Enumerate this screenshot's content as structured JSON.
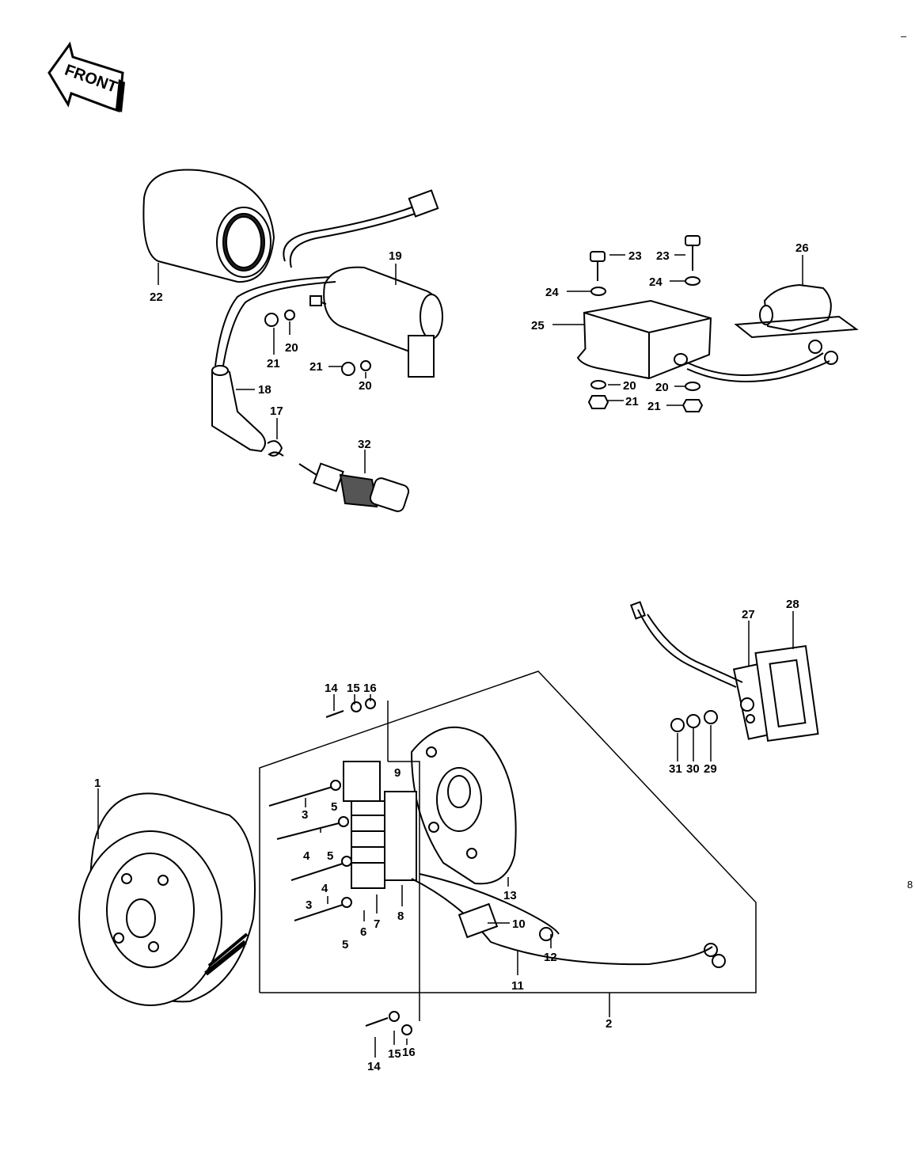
{
  "front_arrow": {
    "label": "FRONT"
  },
  "corner_mark_top": "–",
  "corner_mark_bottom": "8",
  "part_labels": {
    "p1": "1",
    "p2": "2",
    "p3a": "3",
    "p3b": "3",
    "p4a": "4",
    "p4b": "4",
    "p5a": "5",
    "p5b": "5",
    "p5c": "5",
    "p6": "6",
    "p7": "7",
    "p8": "8",
    "p9": "9",
    "p10": "10",
    "p11": "11",
    "p12": "12",
    "p13": "13",
    "p14a": "14",
    "p14b": "14",
    "p15a": "15",
    "p15b": "15",
    "p16a": "16",
    "p16b": "16",
    "p17": "17",
    "p18": "18",
    "p19": "19",
    "p20a": "20",
    "p20b": "20",
    "p20c": "20",
    "p20d": "20",
    "p21a": "21",
    "p21b": "21",
    "p21c": "21",
    "p21d": "21",
    "p22": "22",
    "p23a": "23",
    "p23b": "23",
    "p24a": "24",
    "p24b": "24",
    "p25": "25",
    "p26": "26",
    "p27": "27",
    "p28": "28",
    "p29": "29",
    "p30": "30",
    "p31": "31",
    "p32": "32"
  }
}
